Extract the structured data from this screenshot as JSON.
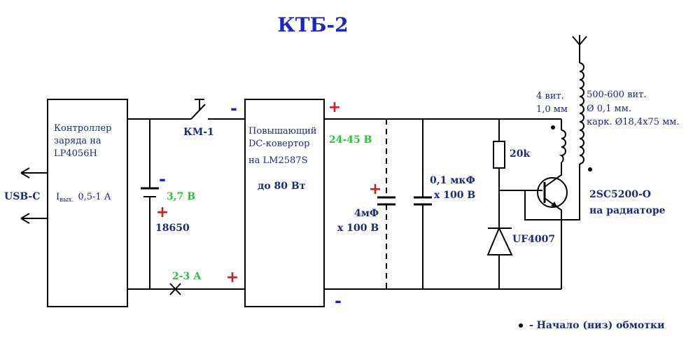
{
  "title": "КТБ-2",
  "colors": {
    "wire": "#000000",
    "label": "#1c2a7a",
    "title": "#1d24c8",
    "green": "#22c532",
    "plus": "#d21c1c",
    "minus": "#1d24c8"
  },
  "labels": {
    "usb": "USB-C",
    "controller_line1": "Контроллер",
    "controller_line2": "заряда  на",
    "controller_line3": "LP4056H",
    "controller_current_sym": "I",
    "controller_current_sub": "вых.",
    "controller_current_val": "0,5-1 А",
    "battery_voltage": "3,7 В",
    "battery_type": "18650",
    "switch": "КМ-1",
    "current": "2-3 А",
    "converter_line1": "Повышающий",
    "converter_line2": "DC-ковертор",
    "converter_line3": "на  LM2587S",
    "converter_power": "до 80 Вт",
    "output_voltage": "24-45 В",
    "cap1_value": "4мФ",
    "cap1_voltage": "х 100 В",
    "cap2_value": "0,1 мкФ",
    "cap2_voltage": "х 100 В",
    "resistor": "20k",
    "diode": "UF4007",
    "primary_turns": "4 вит.",
    "primary_wire": "1,0 мм",
    "secondary_turns": "500-600 вит.",
    "secondary_wire": "Ø  0,1 мм.",
    "secondary_frame": "карк.  Ø18,4х75 мм.",
    "transistor": "2SC5200-O",
    "transistor_mount": "на радиаторе",
    "legend": "-  Начало (низ) обмотки",
    "plus_sign": "+",
    "minus_sign": "-"
  }
}
